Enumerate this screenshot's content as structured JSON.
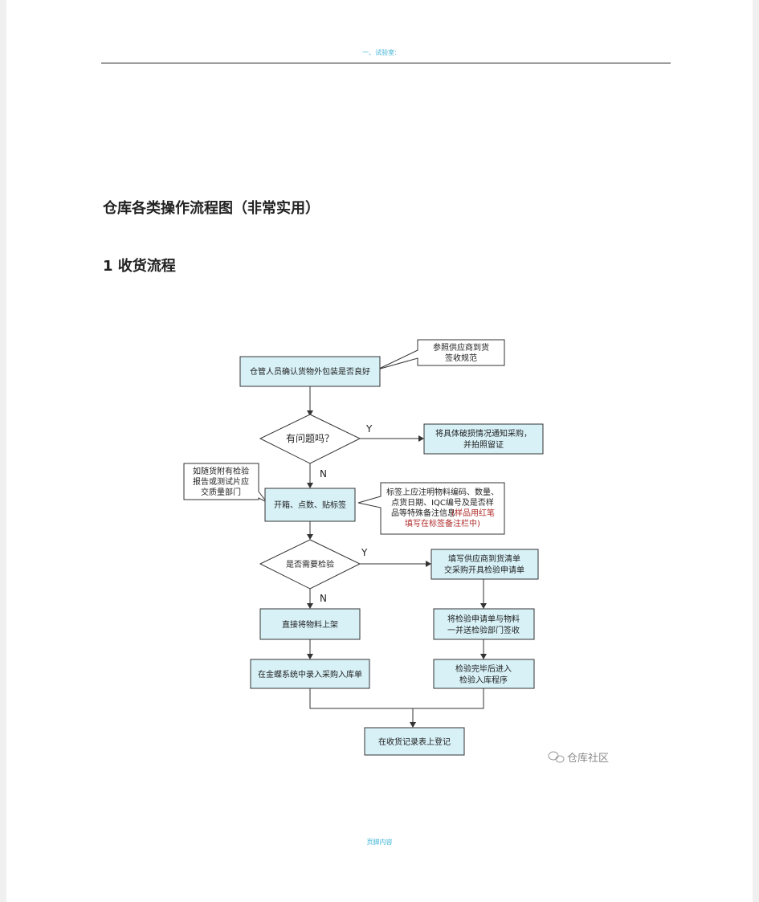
{
  "header": {
    "text": "一、试验室:"
  },
  "document": {
    "title": "仓库各类操作流程图（非常实用）",
    "section_title": "1 收货流程"
  },
  "flowchart": {
    "nodes": {
      "check_packaging": "仓管人员确认货物外包装是否良好",
      "note_supplier": [
        "参照供应商到货",
        "签收规范"
      ],
      "decision_problem": "有问题吗？",
      "notify_purchase": [
        "将具体破损情况通知采购，",
        "并拍照留证"
      ],
      "note_report": [
        "如随货附有检验",
        "报告或测试片应",
        "交质量部门"
      ],
      "open_box": "开箱、点数、贴标签",
      "note_label_lines": [
        "标签上应注明物料编码、数量、",
        "点货日期、IQC编号及是否样",
        "品等特殊备注信息"
      ],
      "note_label_red": [
        "(样品用红笔",
        "填写在标签备注栏中)"
      ],
      "decision_inspect": "是否需要检验",
      "fill_receipt": [
        "填写供应商到货清单",
        "交采购开具检验申请单"
      ],
      "direct_shelf": "直接将物料上架",
      "send_inspect": [
        "将检验申请单与物料",
        "一并送检验部门签收"
      ],
      "erp_entry": "在金蝶系统中录入采购入库单",
      "inspect_done": [
        "检验完毕后进入",
        "检验入库程序"
      ],
      "register": "在收货记录表上登记"
    },
    "labels": {
      "yes": "Y",
      "no": "N"
    },
    "watermark": "仓库社区"
  },
  "footer": {
    "text": "页脚内容"
  }
}
